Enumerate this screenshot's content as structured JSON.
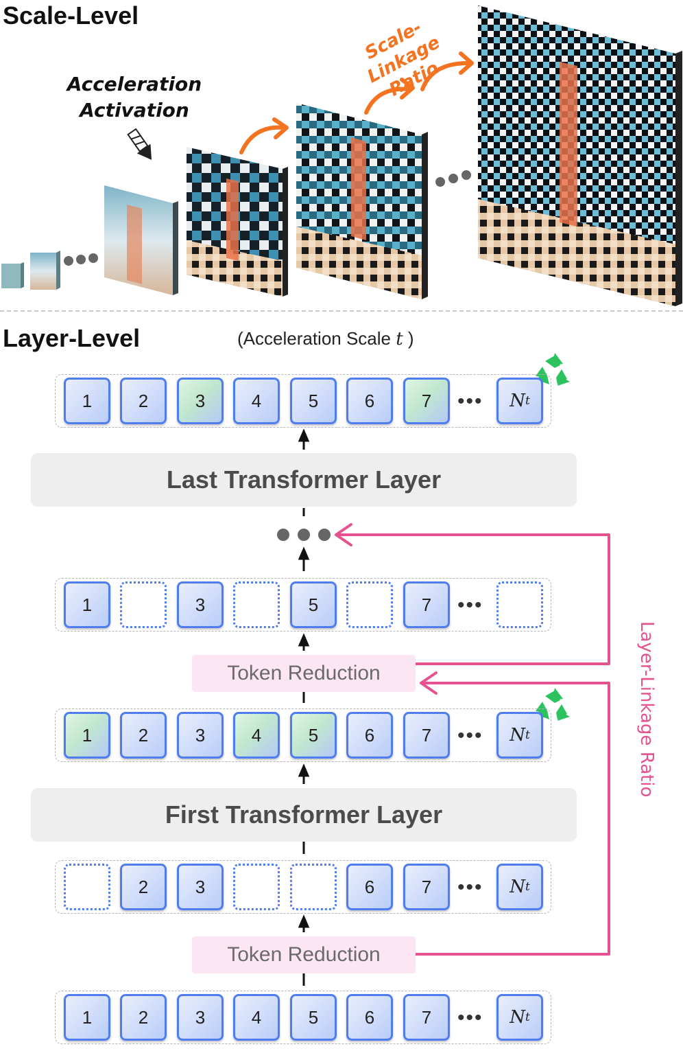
{
  "scale_level": {
    "title": "Scale-Level",
    "activation_label_line1": "Acceleration",
    "activation_label_line2": "Activation",
    "scale_linkage_line1": "Scale-Linkage",
    "scale_linkage_line2": "Ratio",
    "ellipsis_icon": "ellipsis-icon",
    "colors": {
      "orange_accent": "#f37321"
    }
  },
  "layer_level": {
    "title": "Layer-Level",
    "scale_note": "(Acceleration Scale",
    "scale_var": "t",
    "scale_close": ")",
    "last_layer": "Last Transformer Layer",
    "first_layer": "First Transformer Layer",
    "token_reduction_top": "Token Reduction",
    "token_reduction_bottom": "Token Reduction",
    "layer_linkage": "Layer-Linkage Ratio",
    "nt_base": "N",
    "nt_sub": "t",
    "ellipsis": "•••",
    "colors": {
      "pink_accent": "#e5528f",
      "token_border": "#4f7df0",
      "recycle_green": "#2cc25e"
    },
    "rows": {
      "row_top": [
        "1",
        "2",
        "3",
        "4",
        "5",
        "6",
        "7"
      ],
      "row_pruned_top": [
        "1",
        "",
        "3",
        "",
        "5",
        "",
        "7"
      ],
      "row_mid": [
        "1",
        "2",
        "3",
        "4",
        "5",
        "6",
        "7"
      ],
      "row_pruned_bottom": [
        "",
        "2",
        "3",
        "",
        "",
        "6",
        "7"
      ],
      "row_input": [
        "1",
        "2",
        "3",
        "4",
        "5",
        "6",
        "7"
      ]
    }
  }
}
